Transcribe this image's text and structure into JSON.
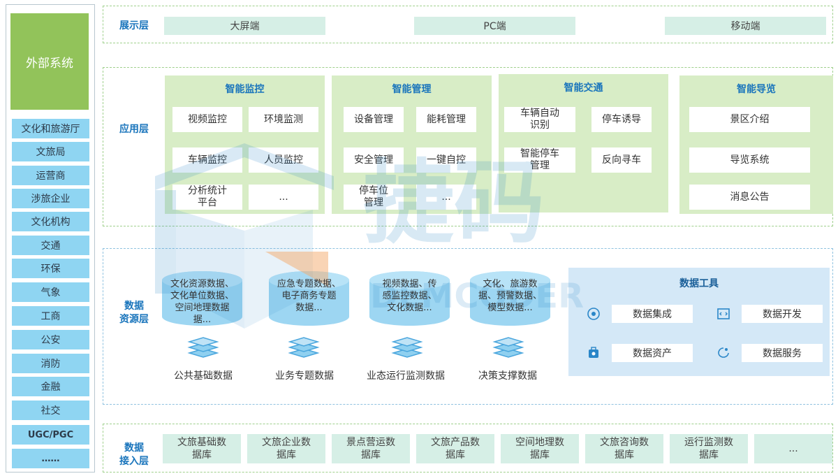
{
  "external": {
    "title": "外部系统",
    "items": [
      "文化和旅游厅",
      "文旅局",
      "运营商",
      "涉旅企业",
      "文化机构",
      "交通",
      "环保",
      "气象",
      "工商",
      "公安",
      "消防",
      "金融",
      "社交",
      "UGC/PGC",
      "……"
    ]
  },
  "presentation": {
    "label": "展示层",
    "items": [
      "大屏端",
      "PC端",
      "移动端"
    ]
  },
  "application": {
    "label": "应用层",
    "modules": [
      {
        "title": "智能监控",
        "items": [
          "视频监控",
          "环境监测",
          "车辆监控",
          "人员监控",
          "分析统计\n平台",
          "..."
        ]
      },
      {
        "title": "智能管理",
        "items": [
          "设备管理",
          "能耗管理",
          "安全管理",
          "一键自控",
          "停车位\n管理",
          "..."
        ]
      },
      {
        "title": "智能交通",
        "items": [
          "车辆自动\n识别",
          "停车诱导",
          "智能停车\n管理",
          "反向寻车"
        ]
      },
      {
        "title": "智能导览",
        "items": [
          "景区介绍",
          "导览系统",
          "消息公告"
        ]
      }
    ]
  },
  "data_resource": {
    "label": "数据\n资源层",
    "cylinders": [
      "文化资源数据、\n文化单位数据、\n空间地理数据\n据...",
      "应急专题数据、\n电子商务专题\n数据...",
      "视频数据、传\n感监控数据、\n文化数据...",
      "文化、旅游数\n据、预警数据、\n模型数据..."
    ],
    "labels": [
      "公共基础数据",
      "业务专题数据",
      "业态运行监测数据",
      "决策支撑数据"
    ],
    "tools": {
      "title": "数据工具",
      "items": [
        "数据集成",
        "数据开发",
        "数据资产",
        "数据服务"
      ],
      "icons": [
        "integration-icon",
        "code-window-icon",
        "asset-icon",
        "service-icon"
      ]
    }
  },
  "ingestion": {
    "label": "数据\n接入层",
    "items": [
      "文旅基础数\n据库",
      "文旅企业数\n据库",
      "景点营运数\n据库",
      "文旅产品数\n据库",
      "空间地理数\n据库",
      "文旅咨询数\n据库",
      "运行监测数\n据库",
      "..."
    ]
  },
  "watermark": {
    "main": "捷码",
    "sub": "DEMCODER"
  },
  "colors": {
    "accent_blue": "#1a75bc",
    "green_module": "#d8edc6",
    "cyan_item": "#8fd5f2",
    "olive": "#92c35a"
  }
}
